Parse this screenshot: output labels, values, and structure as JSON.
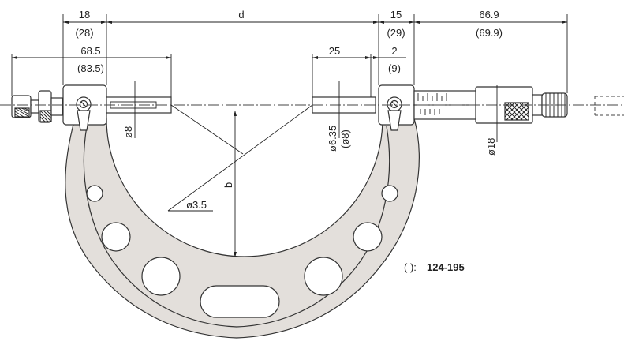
{
  "diagram": {
    "labels": {
      "dim_frame_width": "18",
      "dim_frame_width_alt": "(28)",
      "dim_d": "d",
      "dim_spindle_offset": "15",
      "dim_spindle_offset_alt": "(29)",
      "dim_thimble_length": "66.9",
      "dim_thimble_length_alt": "(69.9)",
      "dim_anvil_length": "68.5",
      "dim_anvil_length_alt": "(83.5)",
      "dim_spindle_25": "25",
      "dim_spindle_2": "2",
      "dim_spindle_2_alt": "(9)",
      "dia_anvil": "ø8",
      "dia_spindle": "ø6.35",
      "dia_spindle_alt": "(ø8)",
      "dia_thimble": "ø18",
      "dia_hole": "ø3.5",
      "dim_b": "b"
    },
    "note": {
      "paren": "( ):",
      "model": "124-195"
    },
    "colors": {
      "frame_fill": "#e3dfdb",
      "outline": "#333333",
      "hole_fill": "#ffffff"
    }
  }
}
